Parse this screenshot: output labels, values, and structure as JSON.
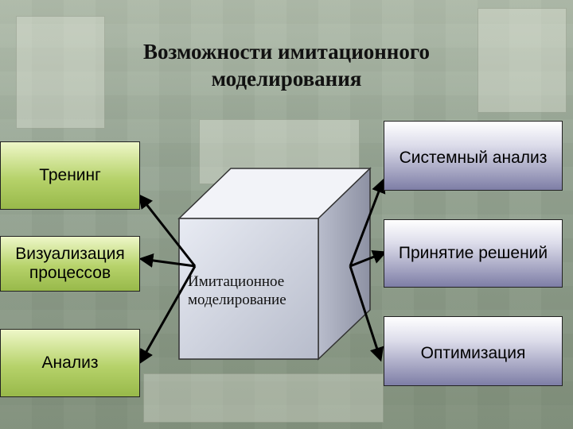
{
  "title": "Возможности имитационного моделирования",
  "center": {
    "label": "Имитационное моделирование"
  },
  "left_boxes": [
    "Тренинг",
    "Визуализация процессов",
    "Анализ"
  ],
  "right_boxes": [
    "Системный анализ",
    "Принятие решений",
    "Оптимизация"
  ],
  "colors": {
    "left_fill": "#b6d26a",
    "right_fill": "#7e7ea6",
    "cube_fill": "#d5d9e6",
    "arrow": "#000000"
  }
}
